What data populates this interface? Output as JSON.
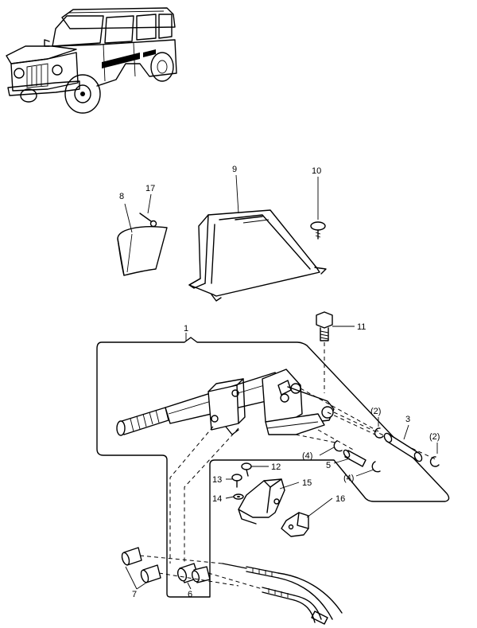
{
  "labels": {
    "l1": "1",
    "l2a": "(2)",
    "l2b": "(2)",
    "l3": "3",
    "l4a": "(4)",
    "l4b": "(4)",
    "l5": "5",
    "l6": "6",
    "l7": "7",
    "l8": "8",
    "l9": "9",
    "l10": "10",
    "l11": "11",
    "l12": "12",
    "l13": "13",
    "l14": "14",
    "l15": "15",
    "l16": "16",
    "l17": "17"
  }
}
